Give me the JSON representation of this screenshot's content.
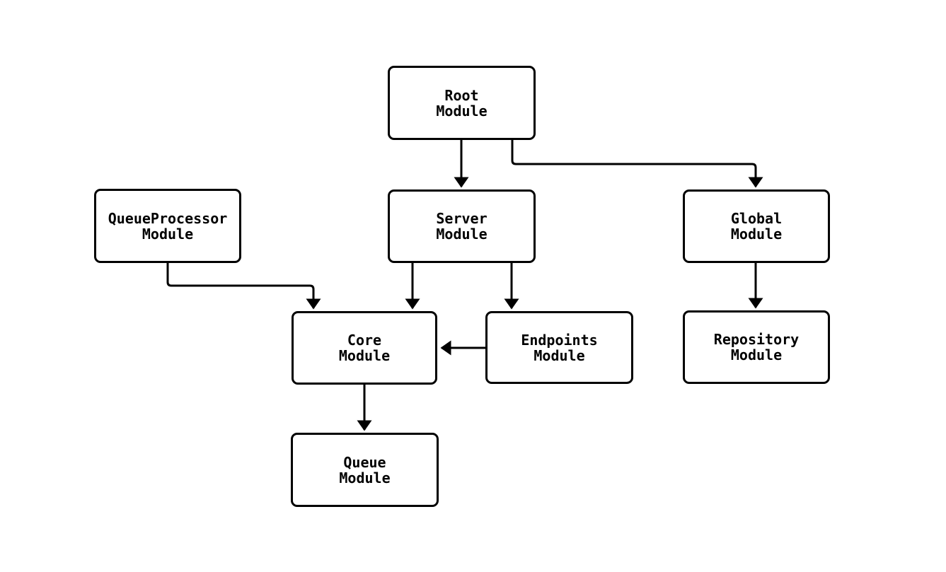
{
  "diagram": {
    "type": "flowchart",
    "direction": "top-down",
    "nodes": [
      {
        "id": "root",
        "label": "Root\nModule"
      },
      {
        "id": "server",
        "label": "Server\nModule"
      },
      {
        "id": "global",
        "label": "Global\nModule"
      },
      {
        "id": "queueprocessor",
        "label": "QueueProcessor\nModule"
      },
      {
        "id": "core",
        "label": "Core\nModule"
      },
      {
        "id": "endpoints",
        "label": "Endpoints\nModule"
      },
      {
        "id": "repository",
        "label": "Repository\nModule"
      },
      {
        "id": "queue",
        "label": "Queue\nModule"
      }
    ],
    "edges": [
      {
        "from": "root",
        "to": "server"
      },
      {
        "from": "root",
        "to": "global"
      },
      {
        "from": "queueprocessor",
        "to": "core"
      },
      {
        "from": "server",
        "to": "core"
      },
      {
        "from": "server",
        "to": "endpoints"
      },
      {
        "from": "endpoints",
        "to": "core"
      },
      {
        "from": "global",
        "to": "repository"
      },
      {
        "from": "core",
        "to": "queue"
      }
    ],
    "colors": {
      "background": "#ffffff",
      "node_fill": "#ffffff",
      "node_border": "#000000",
      "text": "#000000",
      "edge": "#000000"
    }
  }
}
